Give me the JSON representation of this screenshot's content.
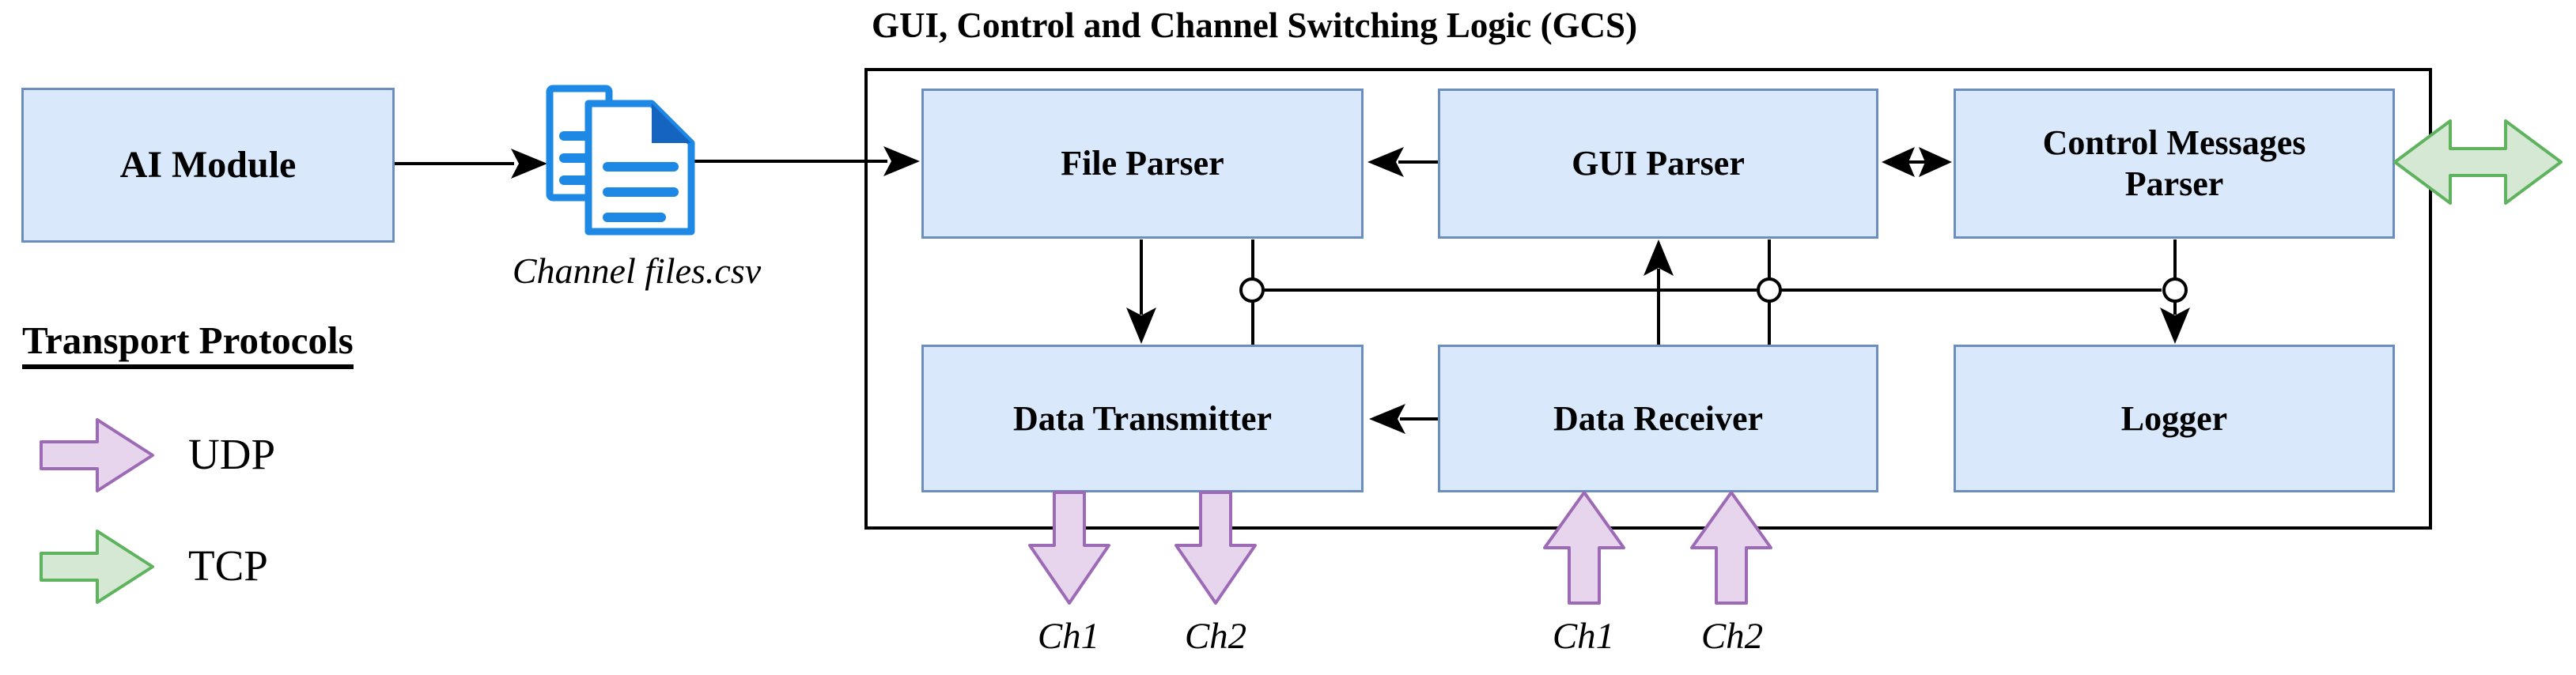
{
  "colors": {
    "line_color": "#000000",
    "box_fill": "#dae8fc",
    "box_stroke": "#6c8ebf",
    "udp_fill": "#e6d5ec",
    "udp_stroke": "#9d6bb5",
    "tcp_fill": "#d5e8d4",
    "tcp_stroke": "#5fb35f",
    "icon_blue": "#1e88e5",
    "icon_blue_dark": "#1565c0"
  },
  "left_panel": {
    "ai_module_label": "AI Module",
    "file_caption": "Channel files.csv",
    "legend": {
      "heading": "Transport Protocols",
      "items": [
        {
          "label": "UDP"
        },
        {
          "label": "TCP"
        }
      ]
    }
  },
  "gcs": {
    "title": "GUI, Control and Channel Switching Logic (GCS)",
    "boxes": [
      {
        "id": "file-parser",
        "label": "File Parser"
      },
      {
        "id": "gui-parser",
        "label": "GUI Parser"
      },
      {
        "id": "control-messages-parser",
        "label": "Control Messages Parser"
      },
      {
        "id": "data-transmitter",
        "label": "Data Transmitter"
      },
      {
        "id": "data-receiver",
        "label": "Data Receiver"
      },
      {
        "id": "logger",
        "label": "Logger"
      }
    ]
  },
  "channels": {
    "tx_labels": [
      "Ch1",
      "Ch2"
    ],
    "rx_labels": [
      "Ch1",
      "Ch2"
    ]
  }
}
